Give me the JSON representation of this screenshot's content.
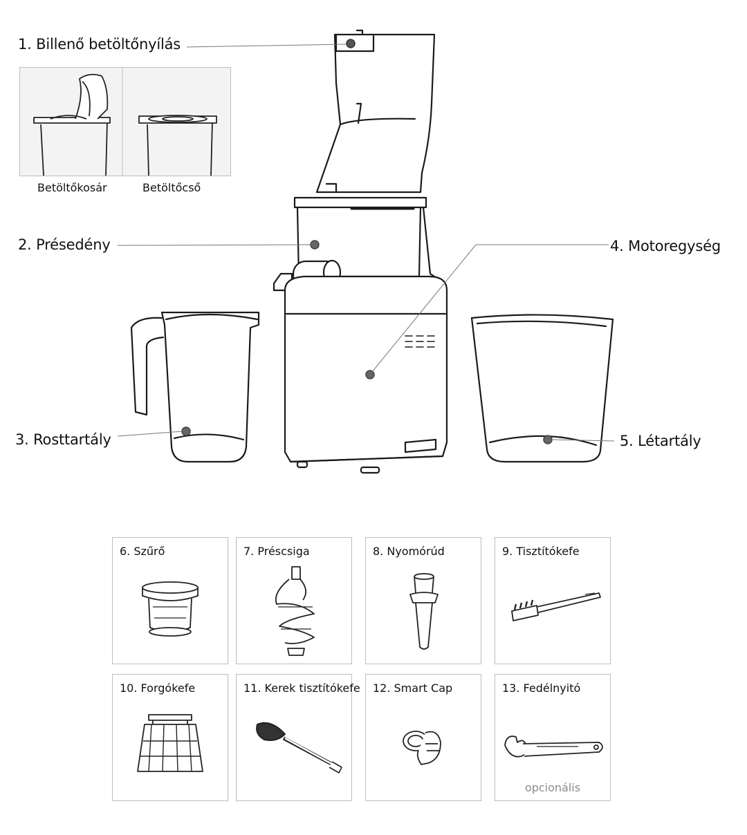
{
  "callouts": {
    "c1": "1. Billenő betöltőnyílás",
    "c2": "2. Présedény",
    "c3": "3. Rosttartály",
    "c4": "4. Motoregység",
    "c5": "5. Létartály"
  },
  "inset": {
    "left_label": "Betöltőkosár",
    "right_label": "Betöltőcső"
  },
  "parts": [
    {
      "label": "6. Szűrő"
    },
    {
      "label": "7. Préscsiga"
    },
    {
      "label": "8. Nyomórúd"
    },
    {
      "label": "9. Tisztítókefe"
    },
    {
      "label": "10. Forgókefe"
    },
    {
      "label": "11. Kerek tisztítókefe"
    },
    {
      "label": "12. Smart Cap"
    },
    {
      "label": "13. Fedélnyitó",
      "note": "opcionális"
    }
  ]
}
